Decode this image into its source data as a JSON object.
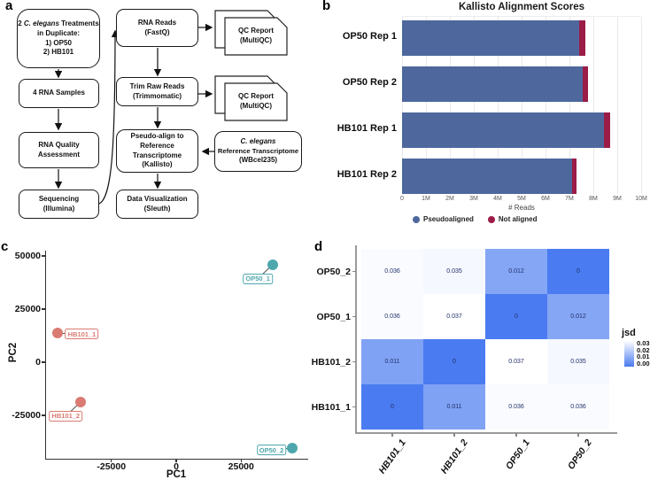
{
  "panel_labels": {
    "a": "a",
    "b": "b",
    "c": "c",
    "d": "d"
  },
  "flowchart": {
    "treatments": {
      "l1_pre": "2 ",
      "l1_it": "C. elegans",
      "l1_post": " Treatments",
      "l2": "in Duplicate:",
      "l3": "1) OP50",
      "l4": "2) HB101"
    },
    "samples": {
      "l1": "4 RNA Samples"
    },
    "quality": {
      "l1": "RNA Quality",
      "l2": "Assessment"
    },
    "sequencing": {
      "l1": "Sequencing",
      "l2": "(Illumina)"
    },
    "rna_reads": {
      "l1": "RNA Reads",
      "l2": "(FastQ)"
    },
    "qc1": {
      "l1": "QC Report",
      "l2": "(MultiQC)"
    },
    "trim": {
      "l1": "Trim Raw Reads",
      "l2": "(Trimmomatic)"
    },
    "qc2": {
      "l1": "QC Report",
      "l2": "(MultiQC)"
    },
    "pseudoalign": {
      "l1": "Pseudo-align to",
      "l2": "Reference",
      "l3": "Transcriptome",
      "l4": "(Kallisto)"
    },
    "reference": {
      "l1_it": "C. elegans",
      "l2": "Reference Transcriptome",
      "l3": "(WBcel235)"
    },
    "dataviz": {
      "l1": "Data Visualization",
      "l2": "(Sleuth)"
    }
  },
  "chart_data": [
    {
      "id": "kallisto",
      "type": "bar",
      "orientation": "horizontal",
      "stacked": true,
      "title": "Kallisto Alignment Scores",
      "categories": [
        "OP50 Rep 1",
        "OP50 Rep 2",
        "HB101 Rep 1",
        "HB101 Rep 2"
      ],
      "series": [
        {
          "name": "Pseudoaligned",
          "color": "#4e689e",
          "values": [
            7400000,
            7550000,
            8460000,
            7120000
          ]
        },
        {
          "name": "Not aligned",
          "color": "#9b1c47",
          "values": [
            260000,
            240000,
            230000,
            180000
          ]
        }
      ],
      "xlabel": "# Reads",
      "xlim": [
        0,
        10000000
      ],
      "x_ticks": [
        {
          "value": 0,
          "label": "0"
        },
        {
          "value": 1000000,
          "label": "1M"
        },
        {
          "value": 2000000,
          "label": "2M"
        },
        {
          "value": 3000000,
          "label": "3M"
        },
        {
          "value": 4000000,
          "label": "4M"
        },
        {
          "value": 5000000,
          "label": "5M"
        },
        {
          "value": 6000000,
          "label": "6M"
        },
        {
          "value": 7000000,
          "label": "7M"
        },
        {
          "value": 8000000,
          "label": "8M"
        },
        {
          "value": 9000000,
          "label": "9M"
        },
        {
          "value": 10000000,
          "label": "10M"
        }
      ],
      "grid": true,
      "legend_position": "bottom"
    },
    {
      "id": "pca",
      "type": "scatter",
      "xlabel": "PC1",
      "ylabel": "PC2",
      "xlim": [
        -50500,
        50500
      ],
      "ylim": [
        -45500,
        52500
      ],
      "x_ticks": [
        -25000,
        0,
        25000
      ],
      "y_ticks": [
        -25000,
        0,
        25000,
        50000
      ],
      "groups": {
        "OP50": "#4fa7ae",
        "HB101": "#d97b72"
      },
      "points": [
        {
          "name": "OP50_1",
          "x": 36900,
          "y": 46000,
          "group": "OP50",
          "label_placement": "below-left"
        },
        {
          "name": "HB101_1",
          "x": -45900,
          "y": 13600,
          "group": "HB101",
          "label_placement": "right"
        },
        {
          "name": "HB101_2",
          "x": -37100,
          "y": -18700,
          "group": "HB101",
          "label_placement": "below-left"
        },
        {
          "name": "OP50_2",
          "x": 44200,
          "y": -40500,
          "group": "OP50",
          "label_placement": "left"
        }
      ]
    },
    {
      "id": "jsd",
      "type": "heatmap",
      "legend_title": "jsd",
      "columns": [
        "HB101_1",
        "HB101_2",
        "OP50_1",
        "OP50_2"
      ],
      "rows": [
        "OP50_2",
        "OP50_1",
        "HB101_2",
        "HB101_1"
      ],
      "values": [
        [
          0.036,
          0.035,
          0.012,
          0
        ],
        [
          0.036,
          0.037,
          0,
          0.012
        ],
        [
          0.011,
          0,
          0.037,
          0.035
        ],
        [
          0,
          0.011,
          0.036,
          0.036
        ]
      ],
      "scale": {
        "min": 0,
        "max": 0.037,
        "color_min": "#4a7bf0",
        "color_max": "#ffffff"
      },
      "legend_ticks": [
        "0.03",
        "0.02",
        "0.01",
        "0.00"
      ]
    }
  ]
}
